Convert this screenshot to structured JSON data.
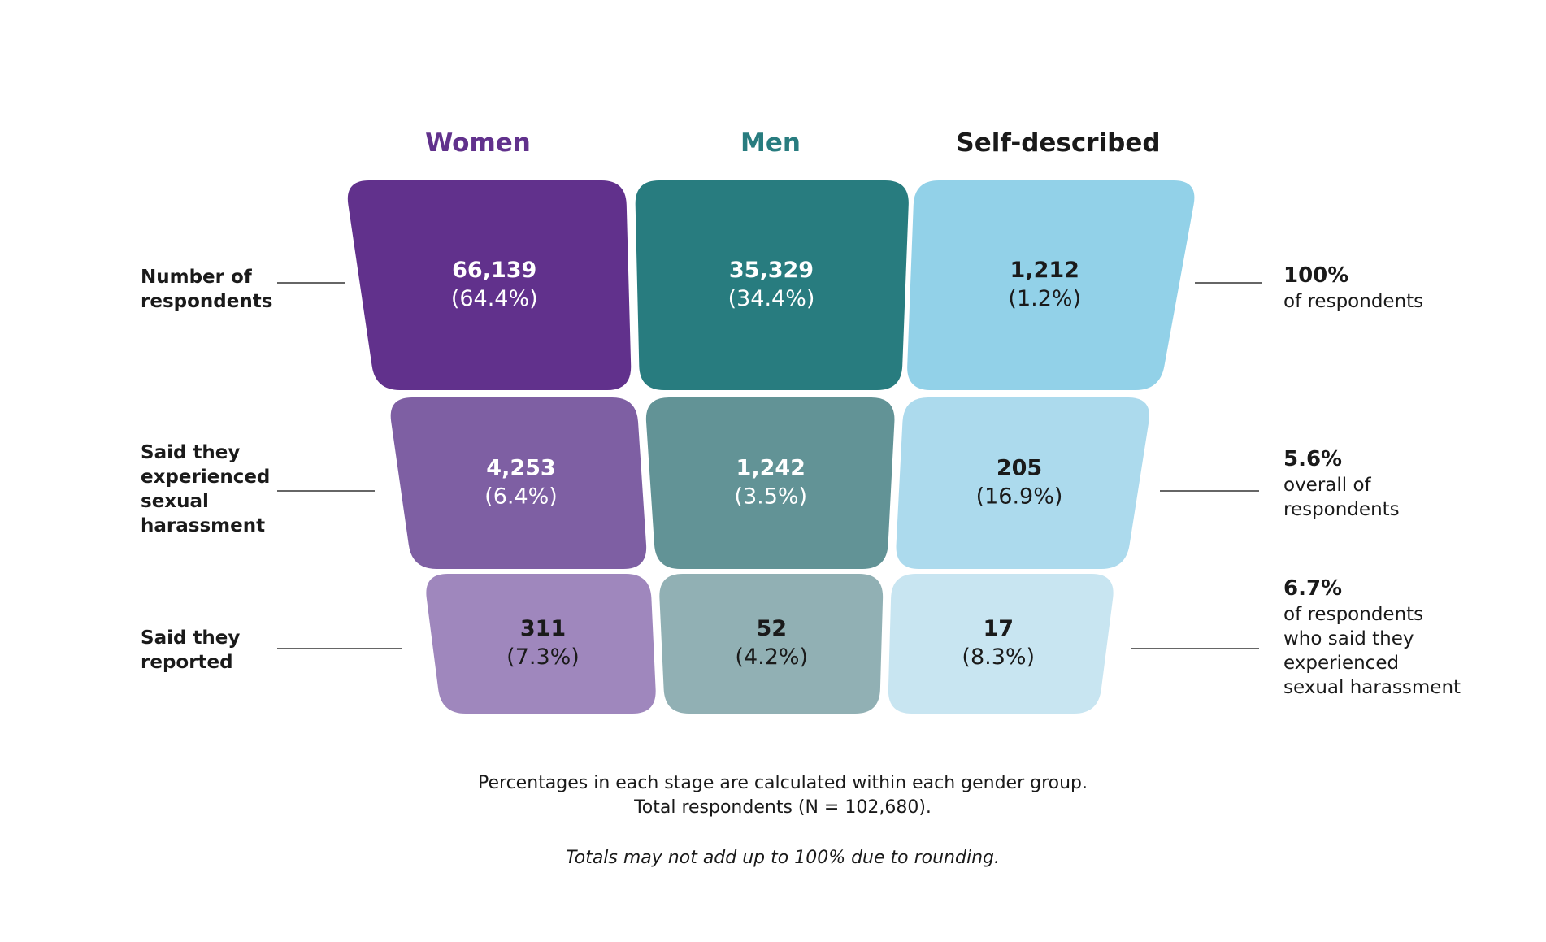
{
  "chart_data": {
    "type": "table",
    "columns": [
      {
        "name": "Women",
        "color": "#61318c"
      },
      {
        "name": "Men",
        "color": "#287c7f"
      },
      {
        "name": "Self-described",
        "color": "#1a1a1a"
      }
    ],
    "stages": [
      {
        "label": [
          "Number of",
          "respondents"
        ],
        "summary_value": "100%",
        "summary_desc": [
          "of respondents"
        ],
        "cells": [
          {
            "count": "66,139",
            "pct": "(64.4%)",
            "fill": "#61318c",
            "text_color": "#ffffff"
          },
          {
            "count": "35,329",
            "pct": "(34.4%)",
            "fill": "#287c7f",
            "text_color": "#ffffff"
          },
          {
            "count": "1,212",
            "pct": "(1.2%)",
            "fill": "#92d1e8",
            "text_color": "#1a1a1a"
          }
        ]
      },
      {
        "label": [
          "Said they",
          "experienced",
          "sexual",
          "harassment"
        ],
        "summary_value": "5.6%",
        "summary_desc": [
          "overall of",
          "respondents"
        ],
        "cells": [
          {
            "count": "4,253",
            "pct": "(6.4%)",
            "fill": "#7e5fa3",
            "text_color": "#ffffff"
          },
          {
            "count": "1,242",
            "pct": "(3.5%)",
            "fill": "#629396",
            "text_color": "#ffffff"
          },
          {
            "count": "205",
            "pct": "(16.9%)",
            "fill": "#acdaed",
            "text_color": "#1a1a1a"
          }
        ]
      },
      {
        "label": [
          "Said they",
          "reported"
        ],
        "summary_value": "6.7%",
        "summary_desc": [
          "of respondents",
          "who said they",
          "experienced",
          "sexual harassment"
        ],
        "cells": [
          {
            "count": "311",
            "pct": "(7.3%)",
            "fill": "#9f87bd",
            "text_color": "#1a1a1a"
          },
          {
            "count": "52",
            "pct": "(4.2%)",
            "fill": "#91b0b4",
            "text_color": "#1a1a1a"
          },
          {
            "count": "17",
            "pct": "(8.3%)",
            "fill": "#c8e5f1",
            "text_color": "#1a1a1a"
          }
        ]
      }
    ],
    "footnote_lines": [
      "Percentages in each stage are calculated within each gender group.",
      "Total respondents (N = 102,680)."
    ],
    "footnote_italic": "Totals may not add up to 100% due to rounding."
  }
}
